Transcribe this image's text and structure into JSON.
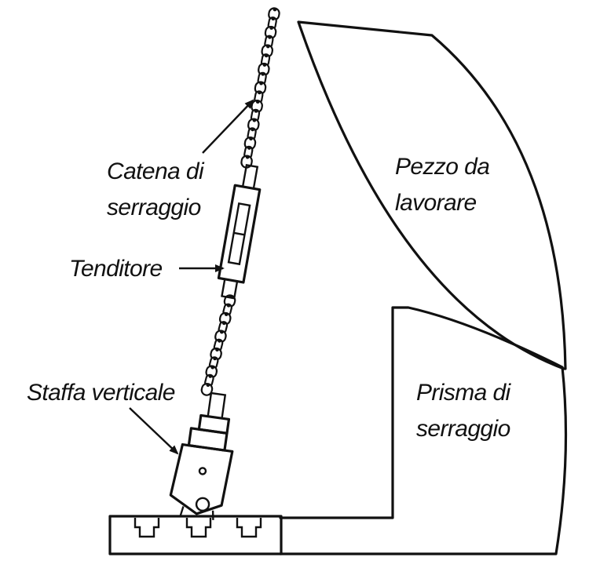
{
  "labels": {
    "chain": [
      "Catena di",
      "serraggio"
    ],
    "tensioner": "Tenditore",
    "bracket": "Staffa verticale",
    "workpiece": [
      "Pezzo da",
      "lavorare"
    ],
    "vblock": [
      "Prisma di",
      "serraggio"
    ]
  },
  "colors": {
    "line": "#111111",
    "background": "#ffffff"
  }
}
